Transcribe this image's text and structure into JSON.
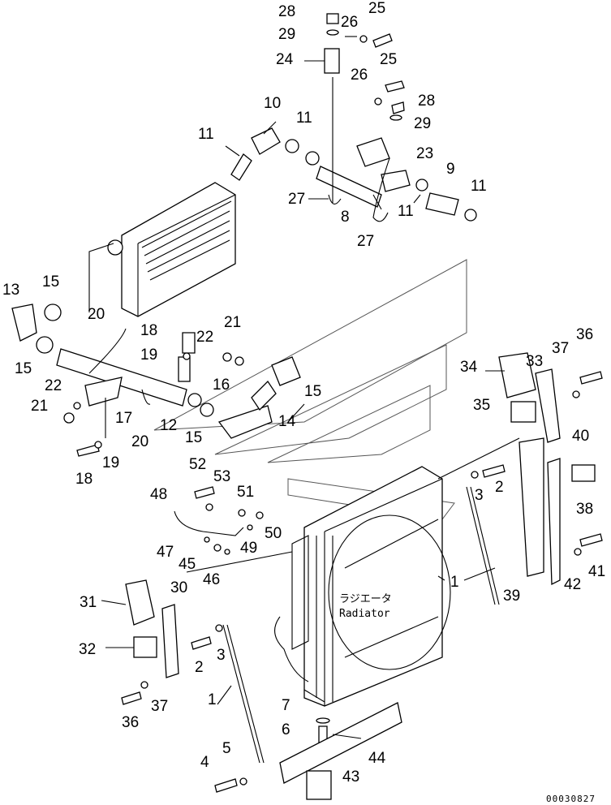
{
  "diagram": {
    "radiator_label_jp": "ラジエータ",
    "radiator_label_en": "Radiator",
    "drawing_code": "00030827",
    "callouts": [
      "28",
      "29",
      "24",
      "26",
      "25",
      "26",
      "25",
      "28",
      "29",
      "10",
      "11",
      "11",
      "23",
      "9",
      "11",
      "11",
      "27",
      "8",
      "27",
      "13",
      "15",
      "15",
      "20",
      "18",
      "21",
      "22",
      "19",
      "16",
      "22",
      "21",
      "17",
      "15",
      "12",
      "14",
      "15",
      "20",
      "18",
      "19",
      "34",
      "33",
      "37",
      "36",
      "35",
      "40",
      "52",
      "53",
      "51",
      "48",
      "47",
      "45",
      "46",
      "49",
      "50",
      "3",
      "2",
      "38",
      "41",
      "42",
      "39",
      "31",
      "30",
      "1",
      "32",
      "2",
      "3",
      "37",
      "36",
      "1",
      "7",
      "6",
      "5",
      "4",
      "44",
      "43"
    ]
  }
}
